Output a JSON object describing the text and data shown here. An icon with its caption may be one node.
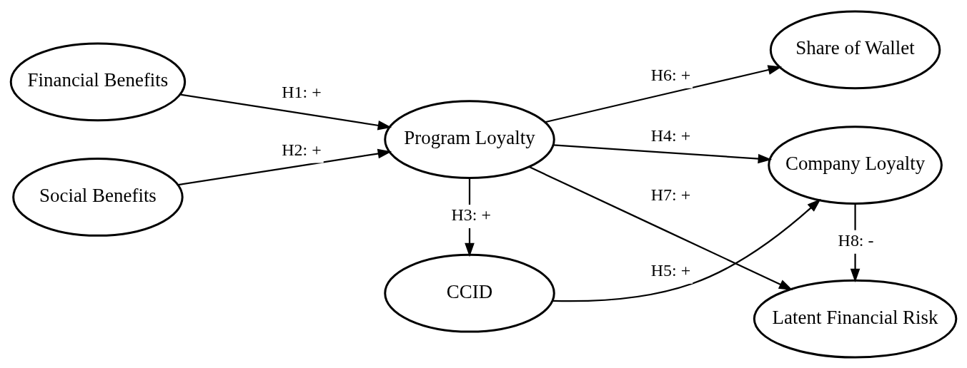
{
  "diagram": {
    "nodes": [
      {
        "text": [
          "Financial Benefits"
        ]
      },
      {
        "text": [
          "Social Benefits"
        ]
      },
      {
        "text": [
          "Program Loyalty"
        ]
      },
      {
        "text": [
          "CCID"
        ]
      },
      {
        "text": [
          "Share of Wallet"
        ]
      },
      {
        "text": [
          "Latent Financial Risk"
        ]
      },
      {
        "text": [
          "Company Loyalty"
        ]
      }
    ],
    "edges": [
      {
        "from": 0,
        "to": 2,
        "arrow": "to",
        "label": "H1: +"
      },
      {
        "from": 1,
        "to": 2,
        "arrow": "to",
        "label": "H2: +"
      },
      {
        "from": 2,
        "to": 3,
        "arrow": "to",
        "label": "H3: +"
      },
      {
        "from": 2,
        "to": 4,
        "arrow": "to",
        "label": "H6: +"
      },
      {
        "from": 2,
        "to": 5,
        "arrow": "to",
        "label": "H7: +"
      },
      {
        "from": 2,
        "to": 6,
        "arrow": "to",
        "label": "H4: +"
      },
      {
        "from": 3,
        "to": 6,
        "arrow": "to",
        "label": "H5: +"
      },
      {
        "from": 6,
        "to": 5,
        "arrow": "to",
        "label": "H8: -"
      }
    ]
  }
}
